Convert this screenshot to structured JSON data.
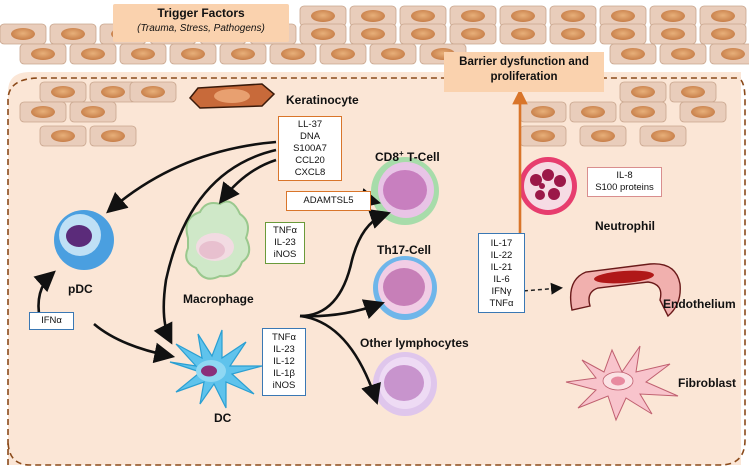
{
  "trigger": {
    "title": "Trigger Factors",
    "subtitle": "(Trauma, Stress, Pathogens)"
  },
  "barrier": {
    "line1": "Barrier dysfunction and",
    "line2": "proliferation"
  },
  "cells": {
    "keratinocyte": "Keratinocyte",
    "cd8": "CD8",
    "cd8_sup": "+",
    "cd8_suffix": " T-Cell",
    "th17": "Th17-Cell",
    "other": "Other lymphocytes",
    "pdc": "pDC",
    "macrophage": "Macrophage",
    "dc": "DC",
    "neutrophil": "Neutrophil",
    "endothelium": "Endothelium",
    "fibroblast": "Fibroblast"
  },
  "boxes": {
    "keratinocyte_factors": [
      "LL-37",
      "DNA",
      "S100A7",
      "CCL20",
      "CXCL8"
    ],
    "adamtsl5": "ADAMTSL5",
    "macrophage_factors": [
      "TNFα",
      "IL-23",
      "iNOS"
    ],
    "ifn": "IFNα",
    "dc_factors": [
      "TNFα",
      "IL-23",
      "IL-12",
      "IL-1β",
      "iNOS"
    ],
    "tcell_cytokines": [
      "IL-17",
      "IL-22",
      "IL-21",
      "IL-6",
      "IFNγ",
      "TNFα"
    ],
    "neutrophil_factors": [
      "IL-8",
      "S100 proteins"
    ]
  },
  "colors": {
    "skin_bg": "#fbe6d6",
    "border_dash": "#8b4a1a",
    "orange": "#d9752a",
    "blue": "#3a78b4",
    "green": "#6a9a3a"
  }
}
